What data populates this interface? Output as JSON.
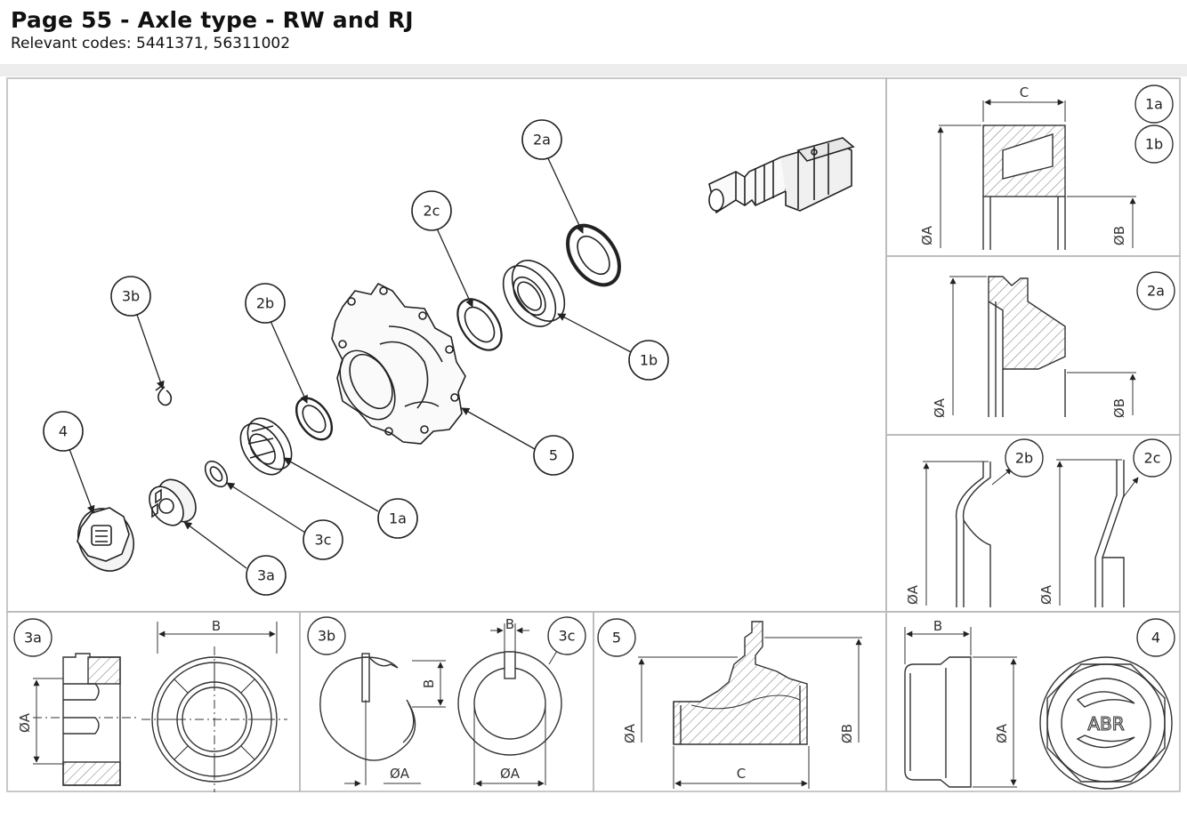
{
  "header": {
    "title": "Page 55 - Axle type - RW and RJ",
    "codes": "Relevant codes: 5441371, 56311002"
  },
  "exploded_view": {
    "callouts": [
      "2a",
      "2c",
      "1b",
      "3b",
      "2b",
      "5",
      "4",
      "1a",
      "3c",
      "3a"
    ]
  },
  "detail_1ab": {
    "tags": [
      "1a",
      "1b"
    ],
    "dims": {
      "c": "C",
      "a": "ØA",
      "b": "ØB"
    }
  },
  "detail_2a": {
    "tag": "2a",
    "dims": {
      "a": "ØA",
      "b": "ØB"
    }
  },
  "detail_2bc": {
    "tags": [
      "2b",
      "2c"
    ],
    "dims": {
      "a1": "ØA",
      "a2": "ØA"
    }
  },
  "detail_3a": {
    "tag": "3a",
    "dims": {
      "b": "B",
      "a": "ØA"
    }
  },
  "detail_3bc": {
    "tags": [
      "3b",
      "3c"
    ],
    "dims": {
      "b1": "B",
      "b2": "B",
      "a1": "ØA",
      "a2": "ØA"
    }
  },
  "detail_5": {
    "tag": "5",
    "dims": {
      "a": "ØA",
      "b": "ØB",
      "c": "C"
    }
  },
  "detail_4": {
    "tag": "4",
    "dims": {
      "b": "B",
      "a": "ØA"
    },
    "logo": "ABR"
  }
}
